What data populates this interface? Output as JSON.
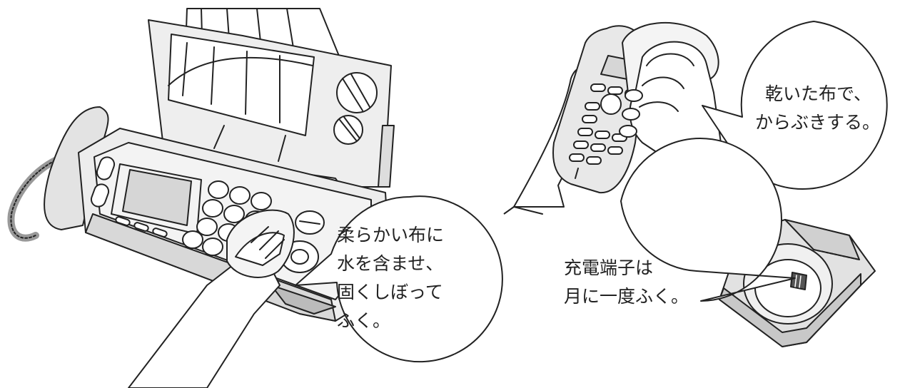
{
  "bubbles": {
    "fax_cleaning": {
      "lines": [
        "柔らかい布に",
        "水を含ませ、",
        "固くしぼって",
        "ふく。"
      ]
    },
    "handset_cleaning": {
      "lines": [
        "乾いた布で、",
        "からぶきする。"
      ]
    },
    "charger_terminal": {
      "lines": [
        "充電端子は",
        "月に一度ふく。"
      ]
    }
  },
  "colors": {
    "line": "#222222",
    "body": "#ededed",
    "body_dark": "#c8c8c8",
    "screen": "#d6d6d6",
    "background": "#ffffff"
  }
}
